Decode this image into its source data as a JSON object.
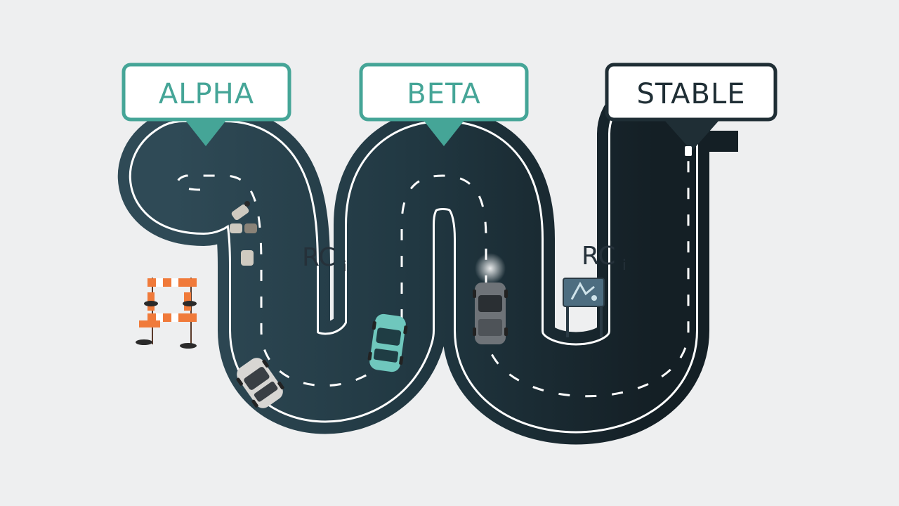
{
  "stages": [
    {
      "label": "ALPHA",
      "color": "#45a597"
    },
    {
      "label": "BETA",
      "color": "#45a597"
    },
    {
      "label": "STABLE",
      "color": "#1f2e35"
    }
  ],
  "release_candidates": [
    {
      "label": "RC",
      "subscript": "i"
    },
    {
      "label": "RC",
      "subscript": "i"
    }
  ],
  "colors": {
    "background": "#eeeff0",
    "road_early": "#2b4550",
    "road_late": "#152229",
    "road_edge_line": "#ffffff",
    "accent_teal": "#45a597",
    "barrier_orange": "#f07a3a"
  }
}
